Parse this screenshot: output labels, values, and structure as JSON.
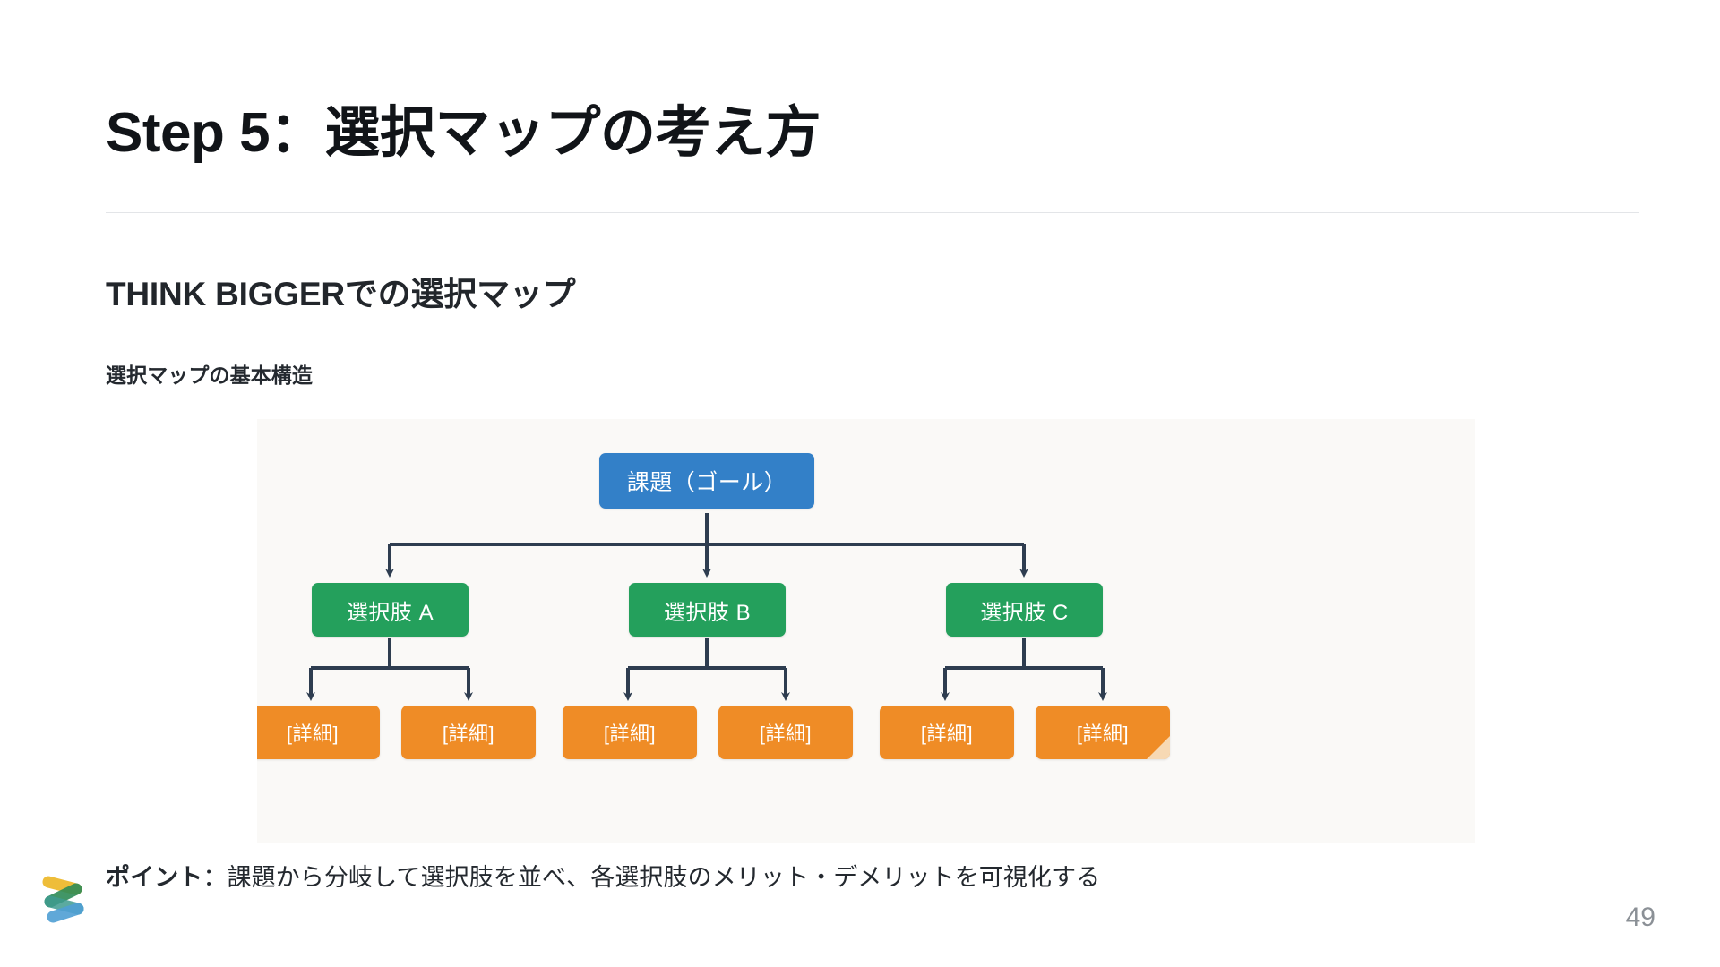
{
  "slide": {
    "title": "Step 5：選択マップの考え方",
    "section_heading": "THINK BIGGERでの選択マップ",
    "sub_heading": "選択マップの基本構造",
    "page_number": "49"
  },
  "diagram": {
    "root": {
      "label": "課題（ゴール）",
      "color": "#3380c8"
    },
    "options": [
      {
        "label": "選択肢 A",
        "color": "#24a05c"
      },
      {
        "label": "選択肢 B",
        "color": "#24a05c"
      },
      {
        "label": "選択肢 C",
        "color": "#24a05c"
      }
    ],
    "details": [
      {
        "label": "[詳細]",
        "color": "#ef8c26"
      },
      {
        "label": "[詳細]",
        "color": "#ef8c26"
      },
      {
        "label": "[詳細]",
        "color": "#ef8c26"
      },
      {
        "label": "[詳細]",
        "color": "#ef8c26"
      },
      {
        "label": "[詳細]",
        "color": "#ef8c26"
      },
      {
        "label": "[詳細]",
        "color": "#ef8c26"
      }
    ],
    "connector_color": "#2e3d50",
    "panel_background": "#faf9f7"
  },
  "point": {
    "label": "ポイント",
    "text": "：課題から分岐して選択肢を並べ、各選択肢のメリット・デメリットを可視化する"
  },
  "logo": {
    "name": "brand-logo",
    "colors": [
      "#edb92e",
      "#2e8b57",
      "#3e9b8f",
      "#4f9fd4"
    ]
  }
}
